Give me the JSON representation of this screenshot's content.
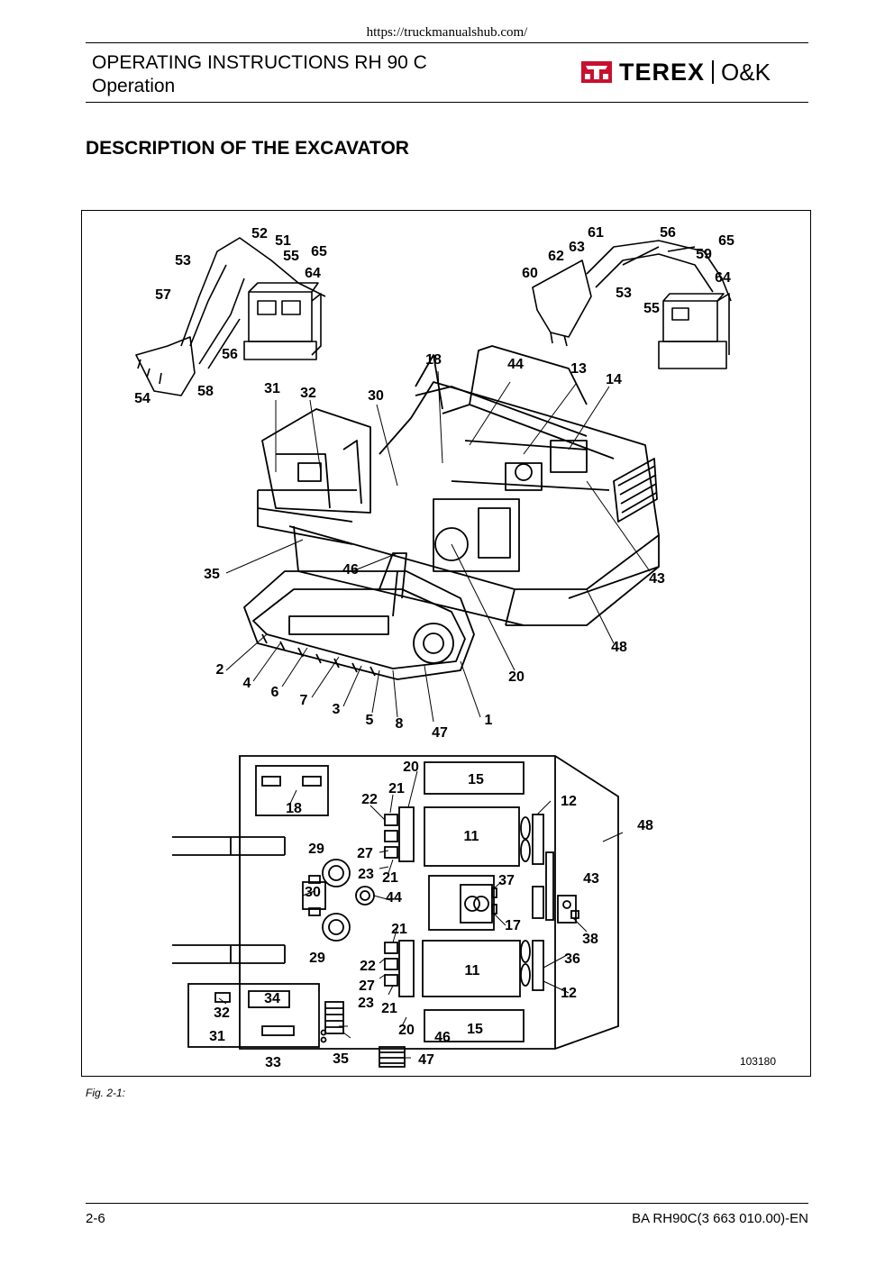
{
  "source_url": "https://truckmanualshub.com/",
  "header": {
    "title_line1": "OPERATING INSTRUCTIONS RH 90 C",
    "title_line2": "Operation",
    "logo_brand": "TEREX",
    "logo_sub": "O&K"
  },
  "section_title": "DESCRIPTION OF THE EXCAVATOR",
  "figure": {
    "number": "103180",
    "caption": "Fig. 2-1:",
    "labels_top_left": [
      "52",
      "51",
      "65",
      "53",
      "55",
      "64",
      "57",
      "56",
      "54",
      "58"
    ],
    "labels_top_right": [
      "61",
      "56",
      "65",
      "62",
      "63",
      "59",
      "60",
      "64",
      "53",
      "55"
    ],
    "labels_main": [
      "18",
      "44",
      "13",
      "14",
      "31",
      "32",
      "30",
      "35",
      "46",
      "43",
      "48",
      "2",
      "4",
      "6",
      "7",
      "3",
      "5",
      "8",
      "47",
      "1",
      "20"
    ],
    "labels_plan": [
      "20",
      "15",
      "21",
      "22",
      "18",
      "12",
      "48",
      "11",
      "29",
      "27",
      "23",
      "21",
      "30",
      "37",
      "43",
      "44",
      "17",
      "38",
      "21",
      "29",
      "22",
      "11",
      "36",
      "27",
      "23",
      "21",
      "12",
      "32",
      "34",
      "20",
      "15",
      "31",
      "46",
      "33",
      "35",
      "47"
    ]
  },
  "footer": {
    "page": "2-6",
    "doc_id": "BA RH90C(3 663 010.00)-EN"
  }
}
